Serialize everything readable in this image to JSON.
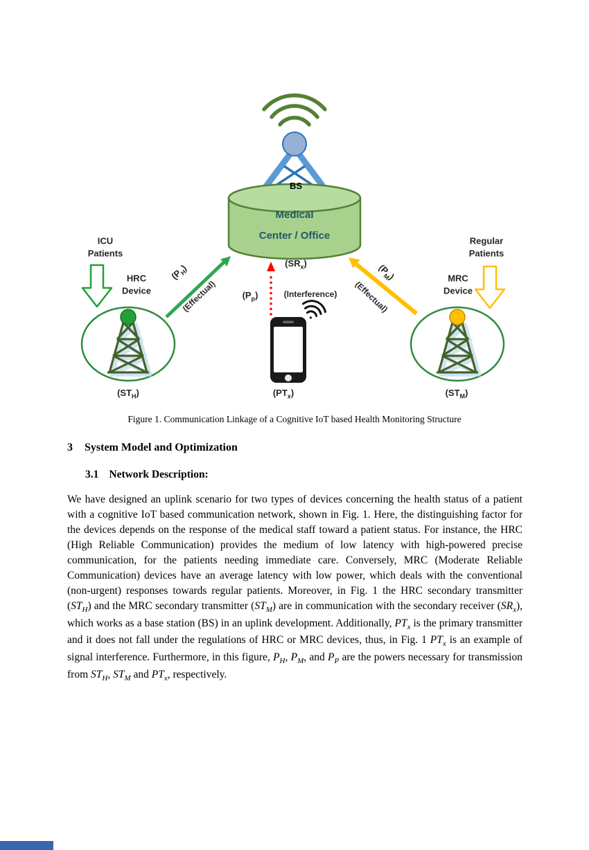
{
  "figure": {
    "bs": {
      "label": "BS",
      "center_line1": "Medical",
      "center_line2": "Center / Office"
    },
    "labels": {
      "srx": {
        "pre": "(SR",
        "sub": "x",
        "post": ")"
      },
      "sth": {
        "pre": "(ST",
        "sub": "H",
        "post": ")"
      },
      "stm": {
        "pre": "(ST",
        "sub": "M",
        "post": ")"
      },
      "ptx": {
        "pre": "(PT",
        "sub": "x",
        "post": ")"
      },
      "ph": {
        "pre": "(P",
        "sub": "H",
        "post": ")"
      },
      "pm": {
        "pre": "(P",
        "sub": "M",
        "post": ")"
      },
      "pp": {
        "pre": "(P",
        "sub": "p",
        "post": ")"
      }
    },
    "left": {
      "patients_line1": "ICU",
      "patients_line2": "Patients",
      "device_line1": "HRC",
      "device_line2": "Device",
      "effectual": "(Effectual)"
    },
    "right": {
      "patients_line1": "Regular",
      "patients_line2": "Patients",
      "device_line1": "MRC",
      "device_line2": "Device",
      "effectual": "(Effectual)"
    },
    "middle": {
      "interference": "(Interference)"
    },
    "caption": "Figure 1. Communication Linkage of a Cognitive IoT based Health Monitoring Structure",
    "colors": {
      "uplink_green": "#2ea84e",
      "uplink_yellow": "#ffc000",
      "interference_red": "#ff0000",
      "cylinder_fill": "#a9d18e",
      "cylinder_stroke": "#538135",
      "antenna_blue": "#5b9bd5",
      "tower_olive": "#44632a",
      "hrc_node_green": "#21a038",
      "mrc_node_yellow": "#ffc000",
      "center_text": "#215868"
    }
  },
  "section": {
    "number": "3",
    "title": "System Model and Optimization"
  },
  "subsection": {
    "number": "3.1",
    "title": "Network Description:"
  },
  "body": {
    "paragraph": [
      {
        "t": "We have designed an uplink scenario for two types of devices concerning the health status of a patient with a cognitive IoT based communication network, shown in Fig. 1. Here, the distinguishing factor for the devices depends on the response of the medical staff toward a patient status. For instance, the HRC (High Reliable Communication) provides the medium of low latency with high-powered precise communication, for the patients needing immediate care. Conversely, MRC (Moderate Reliable Communication) devices have an average latency with low power, which deals with the conventional (non-urgent) responses towards regular patients. Moreover, in Fig. 1 the HRC secondary transmitter ("
      },
      {
        "m": "ST",
        "s": "H"
      },
      {
        "t": ") and the MRC secondary transmitter ("
      },
      {
        "m": "ST",
        "s": "M"
      },
      {
        "t": ") are in communication with the secondary receiver ("
      },
      {
        "m": "SR",
        "s": "x"
      },
      {
        "t": "), which works as a base station (BS) in an uplink development. Additionally, "
      },
      {
        "m": "PT",
        "s": "x"
      },
      {
        "t": " is the primary transmitter and it does not fall under the regulations of HRC or MRC devices, thus, in Fig. 1 "
      },
      {
        "m": "PT",
        "s": "x"
      },
      {
        "t": " is an example of signal interference. Furthermore, in this figure, "
      },
      {
        "m": "P",
        "s": "H"
      },
      {
        "t": ", "
      },
      {
        "m": "P",
        "s": "M"
      },
      {
        "t": ", and "
      },
      {
        "m": "P",
        "s": "P"
      },
      {
        "t": " are the powers necessary for transmission from "
      },
      {
        "m": "ST",
        "s": "H"
      },
      {
        "t": ", "
      },
      {
        "m": "ST",
        "s": "M"
      },
      {
        "t": " and "
      },
      {
        "m": "PT",
        "s": "x"
      },
      {
        "t": ", respectively."
      }
    ]
  }
}
